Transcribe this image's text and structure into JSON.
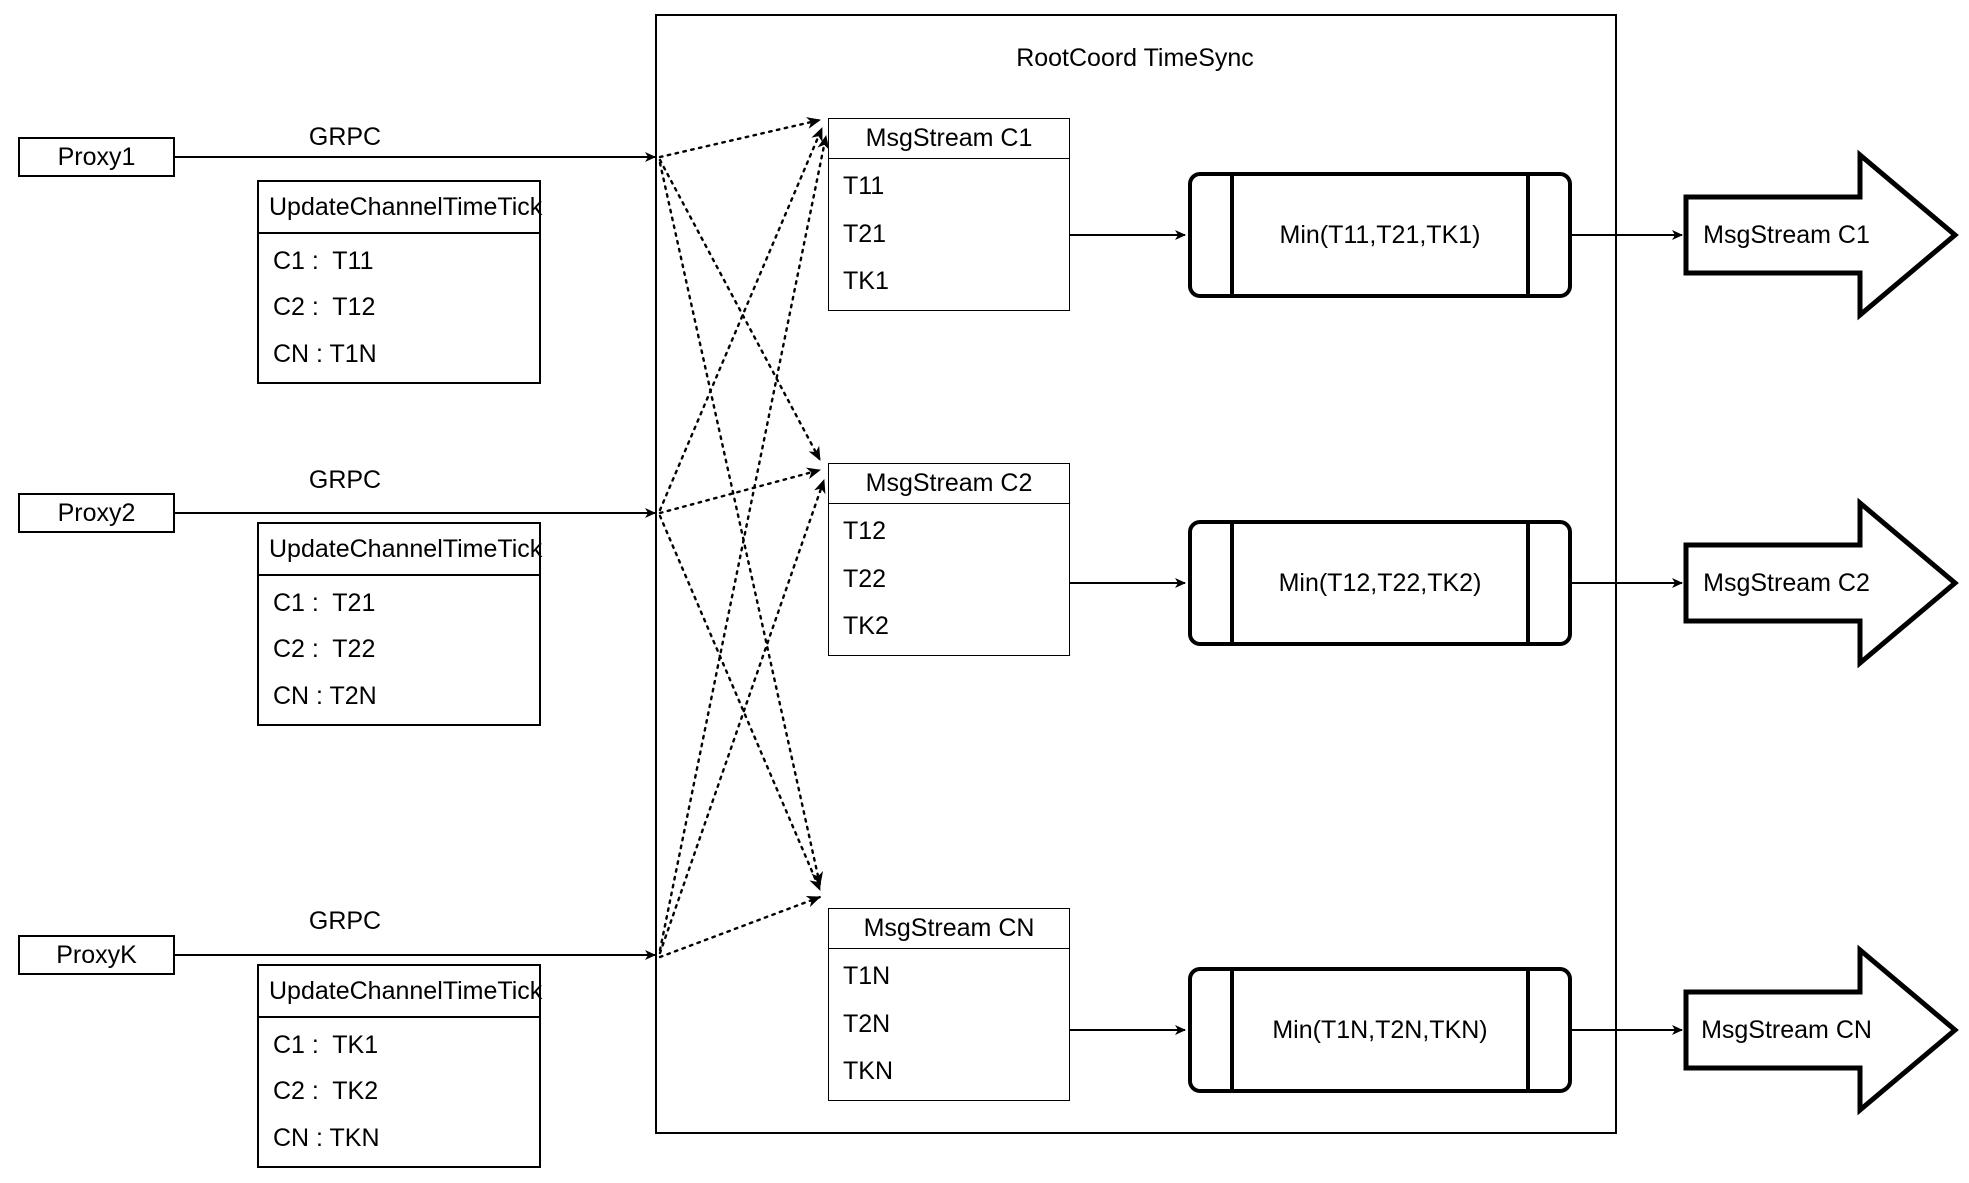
{
  "diagram": {
    "title": "RootCoord TimeSync",
    "container_label": "RootCoord TimeSync",
    "colors": {
      "stroke": "#000000",
      "background": "#ffffff",
      "text": "#000000"
    }
  },
  "proxies": [
    {
      "name": "Proxy1",
      "link_label": "GRPC",
      "request": {
        "title": "UpdateChannelTimeTick",
        "rows": [
          "C1 :  T11",
          "C2 :  T12",
          "CN : T1N"
        ]
      }
    },
    {
      "name": "Proxy2",
      "link_label": "GRPC",
      "request": {
        "title": "UpdateChannelTimeTick",
        "rows": [
          "C1 :  T21",
          "C2 :  T22",
          "CN : T2N"
        ]
      }
    },
    {
      "name": "ProxyK",
      "link_label": "GRPC",
      "request": {
        "title": "UpdateChannelTimeTick",
        "rows": [
          "C1 :  TK1",
          "C2 :  TK2",
          "CN : TKN"
        ]
      }
    }
  ],
  "channels": [
    {
      "stream": {
        "title": "MsgStream C1",
        "rows": [
          "T11",
          "T21",
          "TK1"
        ]
      },
      "process": {
        "label": "Min(T11,T21,TK1)"
      },
      "output": {
        "label": "MsgStream C1"
      }
    },
    {
      "stream": {
        "title": "MsgStream C2",
        "rows": [
          "T12",
          "T22",
          "TK2"
        ]
      },
      "process": {
        "label": "Min(T12,T22,TK2)"
      },
      "output": {
        "label": "MsgStream C2"
      }
    },
    {
      "stream": {
        "title": "MsgStream CN",
        "rows": [
          "T1N",
          "T2N",
          "TKN"
        ]
      },
      "process": {
        "label": "Min(T1N,T2N,TKN)"
      },
      "output": {
        "label": "MsgStream CN"
      }
    }
  ]
}
